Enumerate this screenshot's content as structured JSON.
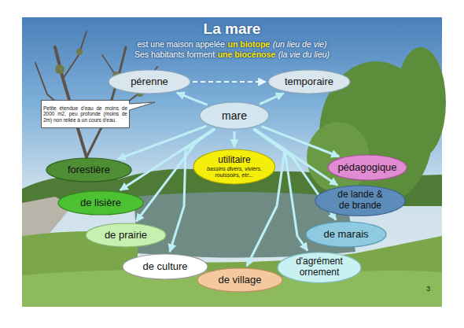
{
  "diagram": {
    "title": "La mare",
    "nodes": [
      {
        "text": [
          "pérenne"
        ]
      },
      {
        "text": [
          "temporaire"
        ]
      },
      {
        "text": [
          "Petite étendue d'eau de moins de 2000 m2, peu profonde (moins de 2m) non reliée à un cours d'eau."
        ]
      },
      {
        "text": [
          "mare"
        ]
      },
      {
        "text": [
          "forestière"
        ]
      },
      {
        "text": [
          "utilitaire",
          "bassins divers, viviers, rouissoirs, etc..."
        ]
      },
      {
        "text": [
          "pédagogique"
        ]
      },
      {
        "text": [
          "de lisière"
        ]
      },
      {
        "text": [
          "de lande & de brande"
        ]
      },
      {
        "text": [
          "de prairie"
        ]
      },
      {
        "text": [
          "de marais"
        ]
      },
      {
        "text": [
          "de culture"
        ]
      },
      {
        "text": [
          "d'agrément ornement"
        ]
      },
      {
        "text": [
          "de village"
        ]
      }
    ],
    "edges": [
      {
        "from": 0,
        "to": 1,
        "arrow": "to"
      },
      {
        "from": 3,
        "to": 0,
        "arrow": "to"
      },
      {
        "from": 3,
        "to": 1,
        "arrow": "to"
      },
      {
        "from": 3,
        "to": 4,
        "arrow": "to"
      },
      {
        "from": 3,
        "to": 7,
        "arrow": "to"
      },
      {
        "from": 3,
        "to": 9,
        "arrow": "to"
      },
      {
        "from": 3,
        "to": 11,
        "arrow": "to"
      },
      {
        "from": 3,
        "to": 13,
        "arrow": "to"
      },
      {
        "from": 3,
        "to": 5,
        "arrow": "to"
      },
      {
        "from": 3,
        "to": 10,
        "arrow": "to"
      },
      {
        "from": 3,
        "to": 12,
        "arrow": "to"
      },
      {
        "from": 3,
        "to": 8,
        "arrow": "to"
      },
      {
        "from": 3,
        "to": 6,
        "arrow": "to"
      }
    ],
    "labels": [
      "est une maison appelée",
      "un biotope",
      "(un lieu de vie)",
      "Ses habitants forment",
      "une biocénose",
      "(la vie du lieu)",
      "3"
    ]
  }
}
